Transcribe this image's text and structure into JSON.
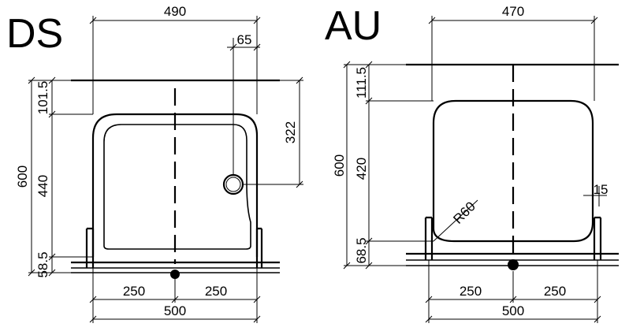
{
  "ds": {
    "title": "DS",
    "dims": {
      "overall_width_top": "490",
      "outlet_offset": "65",
      "outlet_height": "322",
      "overall_depth": "600",
      "top_margin": "101.5",
      "inner_depth": "440",
      "bottom_margin": "58.5",
      "left_half": "250",
      "right_half": "250",
      "overall_width_bottom": "500"
    }
  },
  "au": {
    "title": "AU",
    "dims": {
      "overall_width_top": "470",
      "overall_depth": "600",
      "top_margin": "111.5",
      "inner_depth": "420",
      "bottom_margin": "68.5",
      "corner_radius": "R60",
      "rim_offset": "15",
      "left_half": "250",
      "right_half": "250",
      "overall_width_bottom": "500"
    }
  }
}
